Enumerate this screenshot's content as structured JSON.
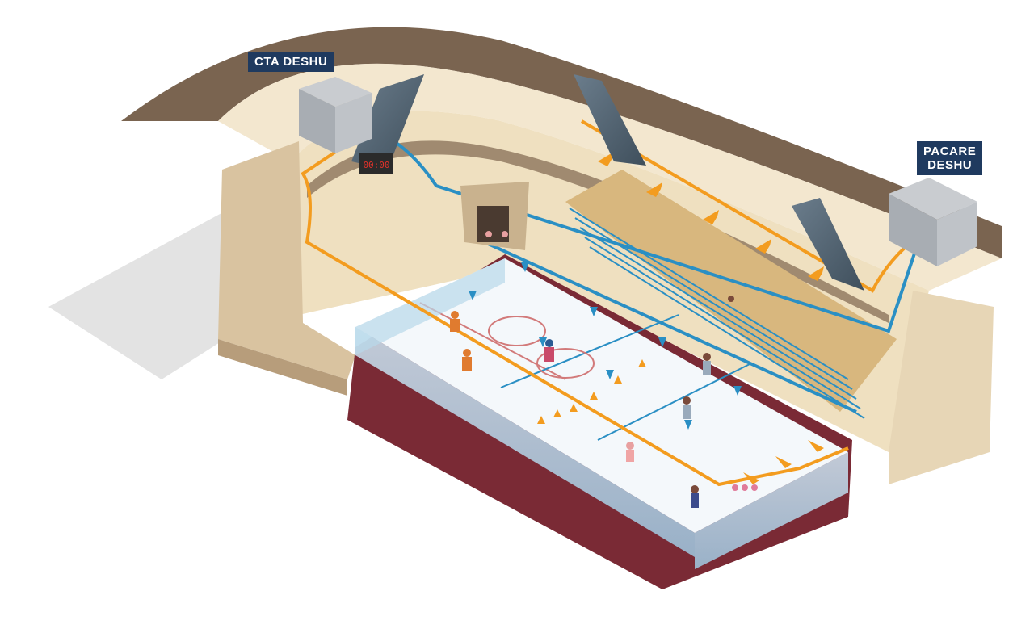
{
  "labels": {
    "cta": "CTA DESHU",
    "pacare_line1": "PACARE",
    "pacare_line2": "DESHU",
    "scoreboard": "00:00"
  },
  "colors": {
    "supply_air": "#f39c1f",
    "extract_air": "#2a8fc4",
    "label_bg": "#1f3a5f",
    "roof": "#7a6450",
    "ice": "#f4f8fb",
    "wall": "#efe3c8"
  },
  "icons": [
    "air-handling-unit-icon",
    "heat-pump-icon",
    "scoreboard-icon",
    "skater-icon",
    "hockey-player-icon",
    "cone-icon"
  ]
}
